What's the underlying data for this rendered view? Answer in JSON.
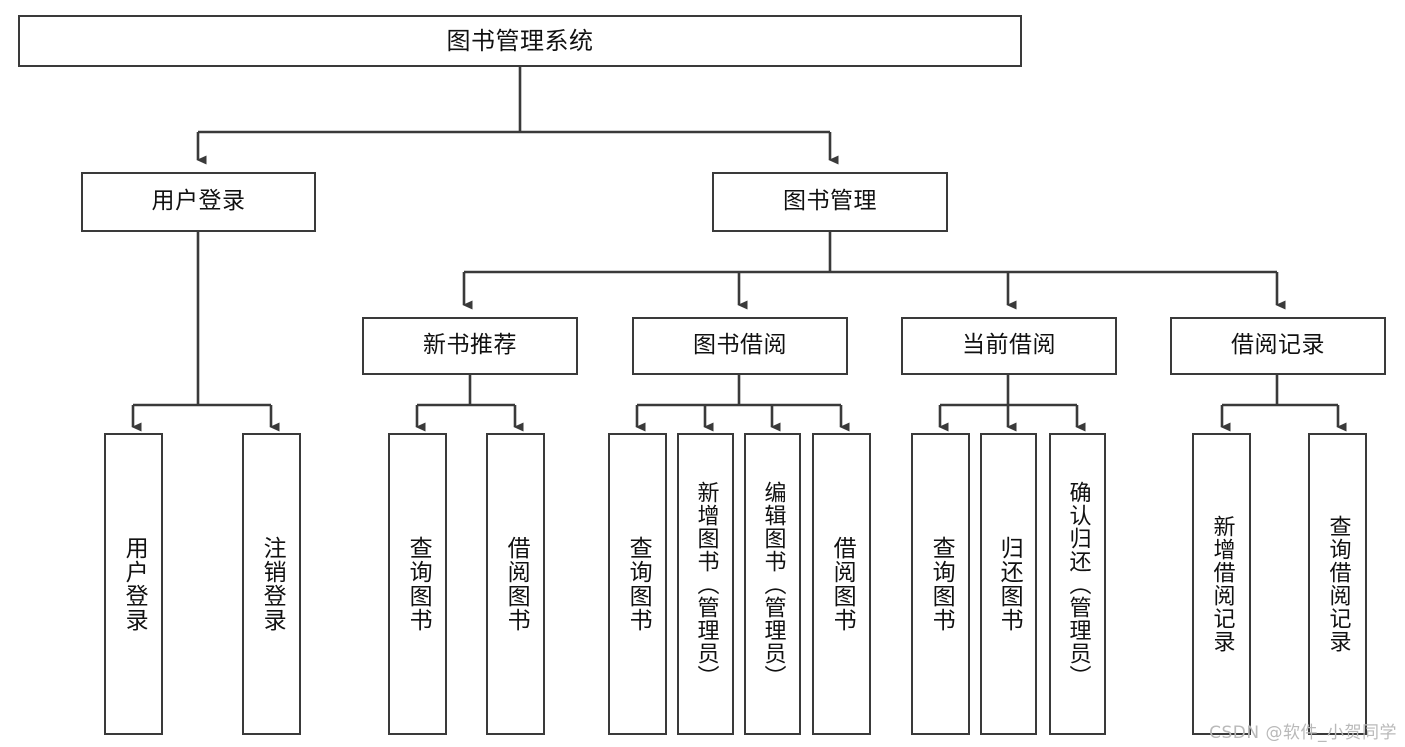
{
  "diagram": {
    "title": "图书管理系统",
    "watermark": "CSDN @软件_小贺同学",
    "colors": {
      "box_border": "#3a3a3a",
      "box_fill": "#ffffff",
      "edge": "#3a3a3a",
      "text": "#111111",
      "watermark": "#b9b9b9",
      "background": "#ffffff"
    },
    "levels": {
      "level1": [
        {
          "id": "root",
          "label": "图书管理系统"
        }
      ],
      "level2": [
        {
          "id": "user-login",
          "label": "用户登录"
        },
        {
          "id": "book-manage",
          "label": "图书管理"
        }
      ],
      "level3": [
        {
          "id": "new-book-rec",
          "label": "新书推荐"
        },
        {
          "id": "book-borrow",
          "label": "图书借阅"
        },
        {
          "id": "current-borrow",
          "label": "当前借阅"
        },
        {
          "id": "borrow-record",
          "label": "借阅记录"
        }
      ],
      "level4": [
        {
          "id": "leaf-user-login",
          "label": "用户登录",
          "parent": "user-login"
        },
        {
          "id": "leaf-user-logout",
          "label": "注销登录",
          "parent": "user-login"
        },
        {
          "id": "leaf-query-book-1",
          "label": "查询图书",
          "parent": "new-book-rec"
        },
        {
          "id": "leaf-borrow-book-1",
          "label": "借阅图书",
          "parent": "new-book-rec"
        },
        {
          "id": "leaf-query-book-2",
          "label": "查询图书",
          "parent": "book-borrow"
        },
        {
          "id": "leaf-add-book",
          "label": "新增图书（管理员）",
          "parent": "book-borrow"
        },
        {
          "id": "leaf-edit-book",
          "label": "编辑图书（管理员）",
          "parent": "book-borrow"
        },
        {
          "id": "leaf-borrow-book-2",
          "label": "借阅图书",
          "parent": "book-borrow"
        },
        {
          "id": "leaf-query-book-3",
          "label": "查询图书",
          "parent": "current-borrow"
        },
        {
          "id": "leaf-return-book",
          "label": "归还图书",
          "parent": "current-borrow"
        },
        {
          "id": "leaf-confirm-return",
          "label": "确认归还（管理员）",
          "parent": "current-borrow"
        },
        {
          "id": "leaf-add-record",
          "label": "新增借阅记录",
          "parent": "borrow-record"
        },
        {
          "id": "leaf-query-record",
          "label": "查询借阅记录",
          "parent": "borrow-record"
        }
      ]
    }
  }
}
